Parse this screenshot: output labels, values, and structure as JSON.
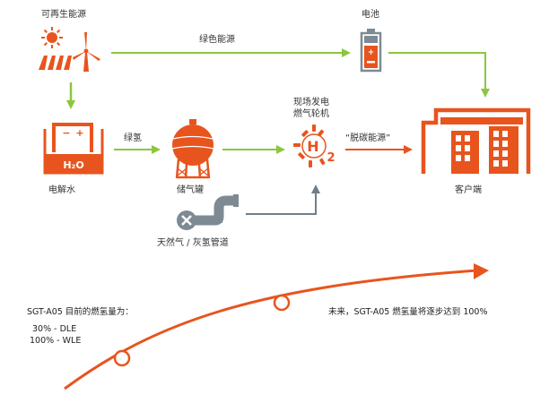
{
  "nodes": {
    "renewable": "可再生能源",
    "battery": "电池",
    "electrolysis": "电解水",
    "storage": "储气罐",
    "turbine_line1": "现场发电",
    "turbine_line2": "燃气轮机",
    "customer": "客户端",
    "pipeline": "天然气 / 灰氢管道"
  },
  "edges": {
    "green_power": "绿色能源",
    "green_hydrogen": "绿氢",
    "decarbonized": "“脱碳能源”"
  },
  "icon_text": {
    "water": "H₂O",
    "h2_letter": "H",
    "h2_sub": "2"
  },
  "progress": {
    "current_title": "SGT-A05 目前的燃氢量为：",
    "current_dle": "30% - DLE",
    "current_wle": "100% - WLE",
    "future": "未来，SGT-A05 燃氢量将逐步达到 100%"
  },
  "colors": {
    "orange": "#e8541e",
    "green": "#8cc63e",
    "gray": "#6e7f8a",
    "battery_gray": "#7d8a93"
  }
}
